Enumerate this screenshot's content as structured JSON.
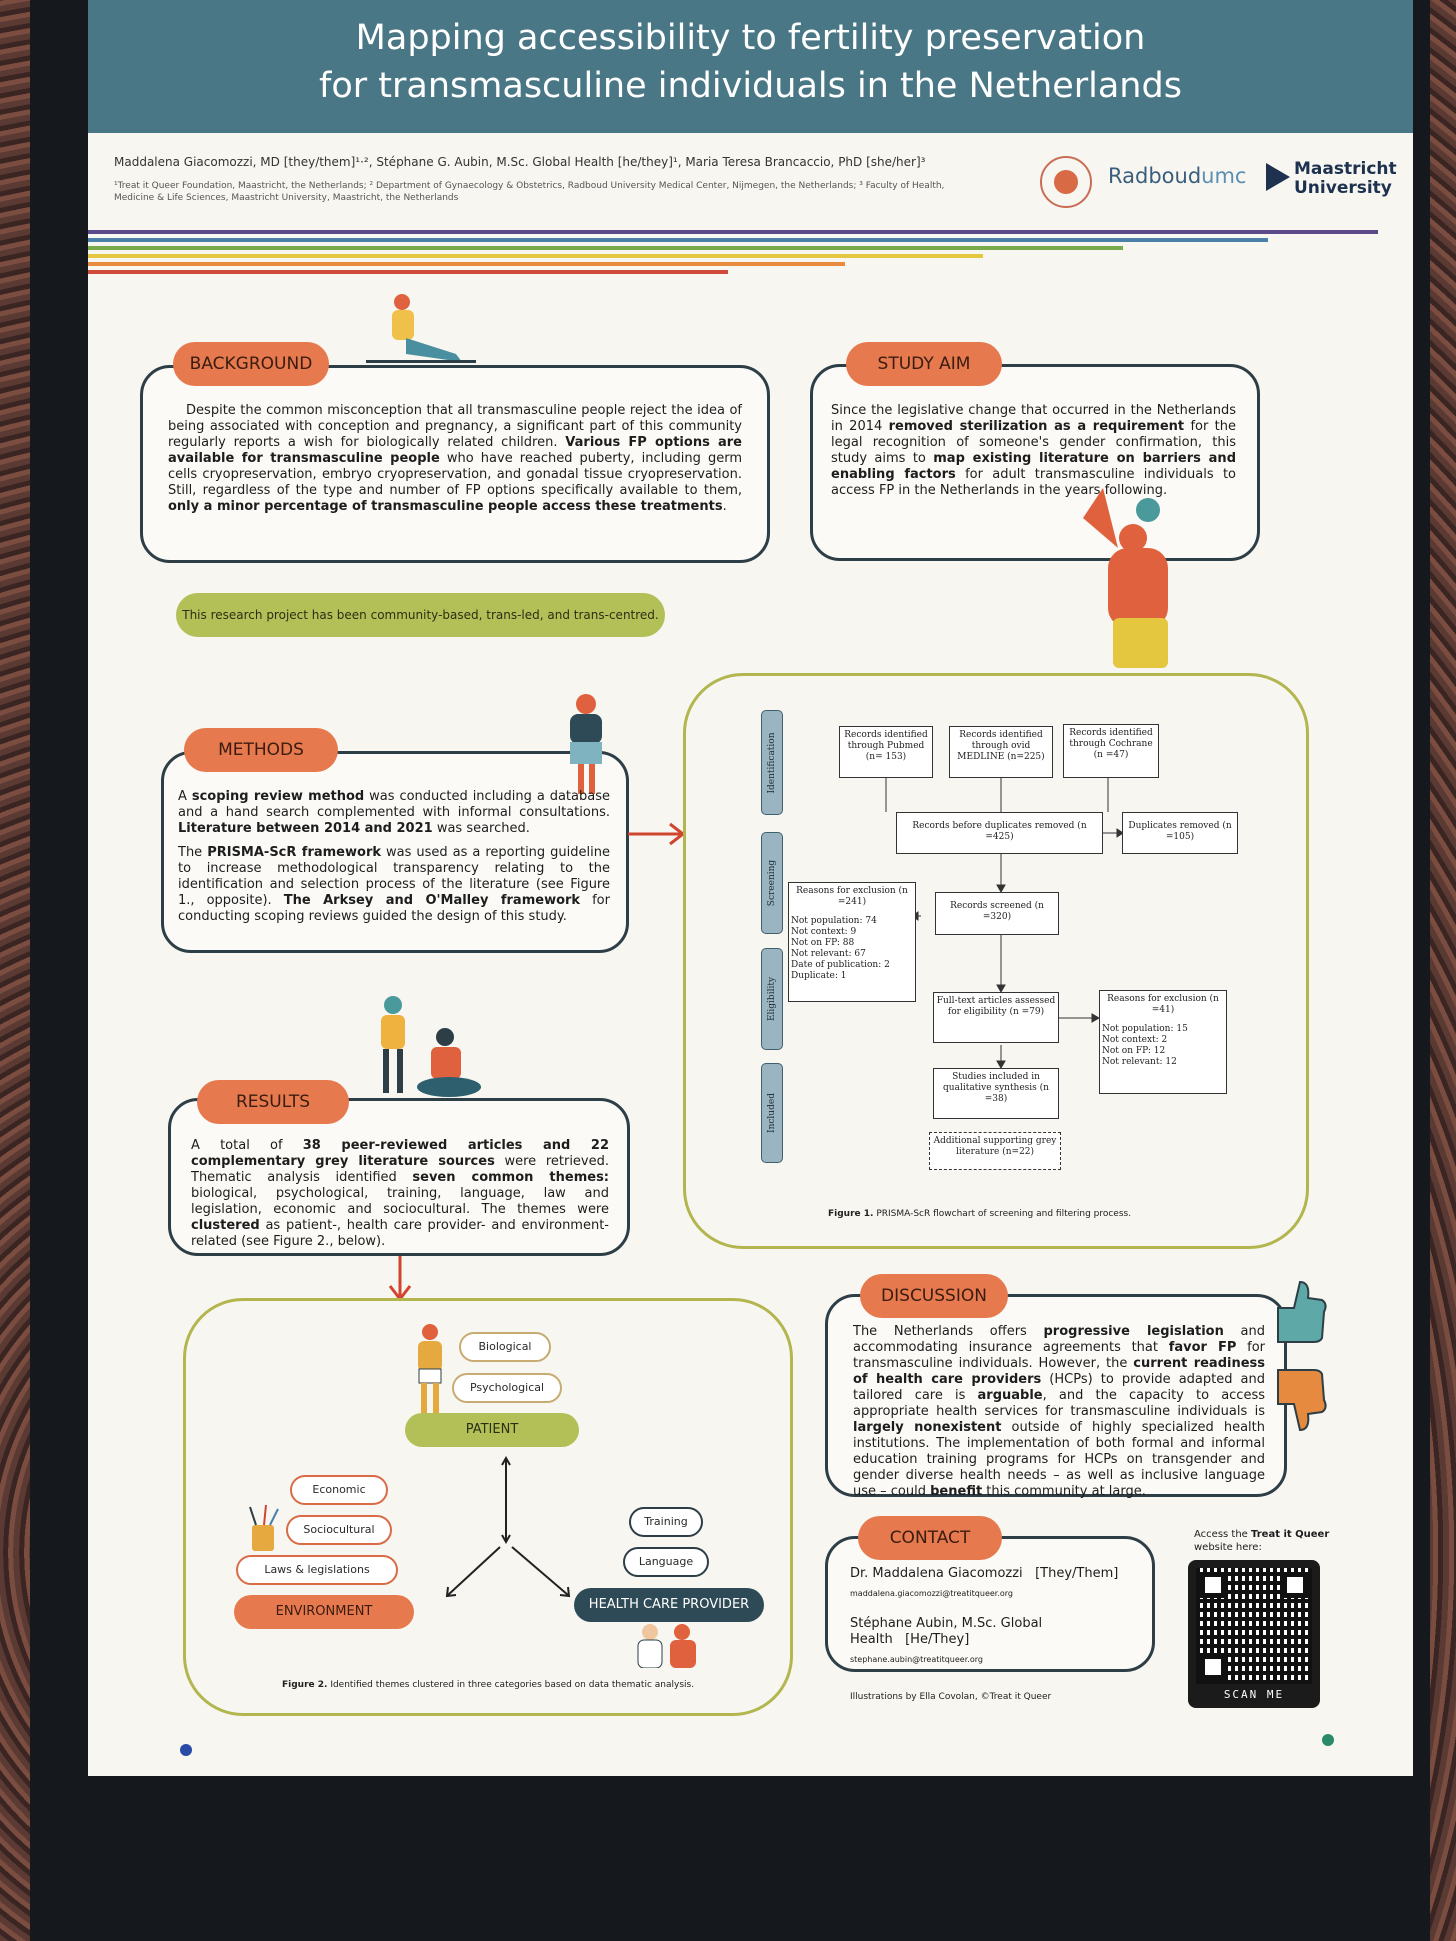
{
  "title": {
    "line1": "Mapping accessibility to fertility preservation",
    "line2": "for transmasculine individuals in the Netherlands"
  },
  "authors": "Maddalena Giacomozzi, MD [they/them]¹·², Stéphane G. Aubin, M.Sc. Global Health [he/they]¹, Maria Teresa Brancaccio, PhD [she/her]³",
  "affiliations": "¹Treat it Queer Foundation, Maastricht, the Netherlands; ² Department of Gynaecology & Obstetrics, Radboud University Medical Center, Nijmegen, the Netherlands; ³ Faculty of Health, Medicine & Life Sciences, Maastricht University, Maastricht, the Netherlands",
  "logos": {
    "radboud_main": "Radboud",
    "radboud_suffix": "umc",
    "maastricht_line1": "Maastricht",
    "maastricht_line2": "University"
  },
  "stripe_colors": [
    "#5a4a8c",
    "#4a7fa8",
    "#78a94b",
    "#e5c63f",
    "#e98b3f",
    "#cf4a3b"
  ],
  "background": {
    "heading": "BACKGROUND",
    "p1": "Despite the common misconception that all transmasculine people reject the idea of being associated with conception and pregnancy, a significant part of this community regularly reports a wish for biologically related children. ",
    "b1": "Various FP options are available for transmasculine people",
    "p2": " who have reached puberty, including germ cells cryopreservation, embryo cryopreservation, and gonadal tissue cryopreservation. Still, regardless of the type and number of FP options specifically available to them, ",
    "b2": "only a minor percentage of transmasculine people access these treatments",
    "p3": "."
  },
  "study_aim": {
    "heading": "STUDY AIM",
    "p1": "Since the legislative change that occurred in the Netherlands in 2014 ",
    "b1": "removed sterilization as a requirement",
    "p2": " for the legal recognition of someone's gender confirmation, this study aims to ",
    "b2": "map existing literature on barriers and enabling factors",
    "p3": " for adult transmasculine individuals to access FP in the Netherlands in the years following."
  },
  "community_note": "This research project has been community-based, trans-led, and trans-centred.",
  "methods": {
    "heading": "METHODS",
    "p1a": "A ",
    "b1": "scoping review method",
    "p1b": " was conducted including a database and a hand search complemented with informal consultations. ",
    "b2": "Literature between 2014 and 2021",
    "p1c": " was searched.",
    "p2a": "The ",
    "b3": "PRISMA-ScR framework",
    "p2b": " was used as a reporting guideline to increase methodological transparency relating to the identification and selection process of the literature (see Figure 1., opposite). ",
    "b4": "The Arksey and O'Malley framework",
    "p2c": " for conducting scoping reviews guided the design of this study."
  },
  "flowchart": {
    "stages": [
      "Identification",
      "Screening",
      "Eligibility",
      "Included"
    ],
    "pubmed": "Records identified through Pubmed (n= 153)",
    "ovid": "Records identified through ovid MEDLINE (n=225)",
    "cochrane": "Records identified through Cochrane (n =47)",
    "before_dup": "Records before duplicates removed (n =425)",
    "dup_removed": "Duplicates removed (n =105)",
    "screened": "Records screened (n =320)",
    "excl1_title": "Reasons for exclusion (n =241)",
    "excl1_items": [
      "Not population: 74",
      "Not context: 9",
      "Not on FP: 88",
      "Not relevant: 67",
      "Date of publication: 2",
      "Duplicate: 1"
    ],
    "fulltext": "Full-text articles assessed for eligibility (n =79)",
    "excl2_title": "Reasons for exclusion (n =41)",
    "excl2_items": [
      "Not population: 15",
      "Not context: 2",
      "Not on FP: 12",
      "Not relevant: 12"
    ],
    "included": "Studies included in qualitative synthesis (n =38)",
    "additional": "Additional supporting grey literature (n=22)",
    "caption_bold": "Figure 1.",
    "caption": " PRISMA-ScR flowchart of screening and filtering process."
  },
  "results": {
    "heading": "RESULTS",
    "p1": "A total of ",
    "b1": "38 peer-reviewed articles and 22 complementary grey literature sources",
    "p2": " were retrieved. Thematic analysis identified ",
    "b2": "seven common themes:",
    "p3": " biological, psychological, training, language, law and legislation, economic and sociocultural. The themes were ",
    "b3": "clustered",
    "p4": " as patient-, health care provider- and environment-related (see Figure 2., below)."
  },
  "figure2": {
    "patient_themes": [
      "Biological",
      "Psychological"
    ],
    "patient": "PATIENT",
    "environment_themes": [
      "Economic",
      "Sociocultural",
      "Laws & legislations"
    ],
    "environment": "ENVIRONMENT",
    "hcp_themes": [
      "Training",
      "Language"
    ],
    "hcp": "HEALTH CARE PROVIDER",
    "caption_bold": "Figure 2.",
    "caption": " Identified themes clustered in three categories based on data thematic analysis."
  },
  "discussion": {
    "heading": "DISCUSSION",
    "p1": "The Netherlands offers ",
    "b1": "progressive legislation",
    "p2": " and accommodating insurance agreements that ",
    "b2": "favor FP",
    "p3": " for transmasculine individuals. However, the ",
    "b3": "current readiness of health care providers",
    "p4": " (HCPs) to provide adapted and tailored care is ",
    "b4": "arguable",
    "p5": ", and the capacity to access appropriate health services for transmasculine individuals is ",
    "b5": "largely nonexistent",
    "p6": " outside of highly specialized health institutions. The implementation of both formal and informal education training programs for HCPs on transgender and gender diverse health needs – as well as inclusive language use – could ",
    "b6": "benefit",
    "p7": " this community at large."
  },
  "contact": {
    "heading": "CONTACT",
    "name1": "Dr. Maddalena Giacomozzi",
    "pronoun1": "[They/Them]",
    "email1": "maddalena.giacomozzi@treatitqueer.org",
    "name2": "Stéphane Aubin, M.Sc. Global Health",
    "pronoun2": "[He/They]",
    "email2": "stephane.aubin@treatitqueer.org"
  },
  "qr": {
    "access_a": "Access the ",
    "access_b": "Treat it Queer",
    "access_c": " website here:",
    "scan": "SCAN ME"
  },
  "illustrations_credit": "Illustrations by Ella Covolan, ©Treat it Queer"
}
